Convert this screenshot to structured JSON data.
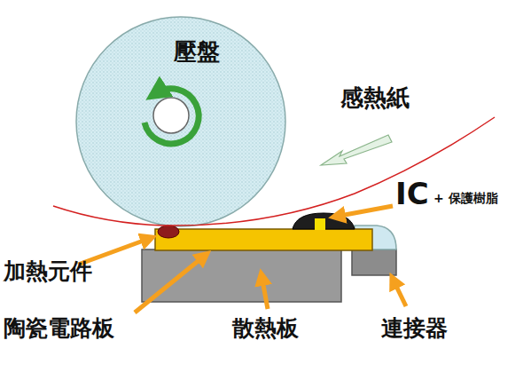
{
  "diagram": {
    "nodes": [
      {
        "text": [
          "壓盤"
        ]
      }
    ],
    "labels": [
      "感熱紙",
      "IC",
      "+ 保護樹脂",
      "加熱元件",
      "陶瓷電路板",
      "散熱板",
      "連接器"
    ]
  }
}
